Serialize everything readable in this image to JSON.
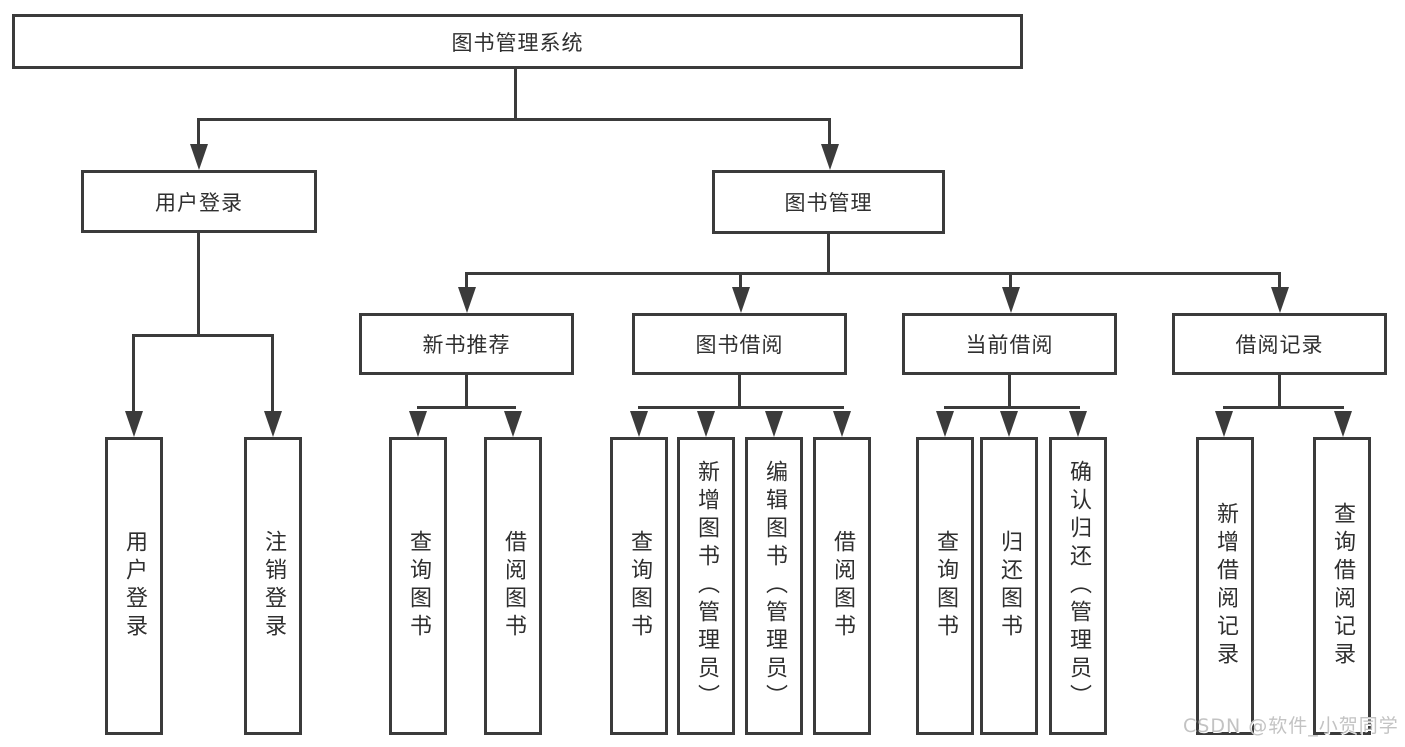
{
  "diagram": {
    "root": "图书管理系统",
    "level2": [
      "用户登录",
      "图书管理"
    ],
    "level3": [
      "新书推荐",
      "图书借阅",
      "当前借阅",
      "借阅记录"
    ],
    "leaves_user_login": [
      "用户登录",
      "注销登录"
    ],
    "leaves_new_book": [
      "查询图书",
      "借阅图书"
    ],
    "leaves_book_borrow": [
      "查询图书",
      "新增图书（管理员）",
      "编辑图书（管理员）",
      "借阅图书"
    ],
    "leaves_current_borrow": [
      "查询图书",
      "归还图书",
      "确认归还（管理员）"
    ],
    "leaves_borrow_record": [
      "新增借阅记录",
      "查询借阅记录"
    ],
    "watermark": "CSDN @软件_小贺同学",
    "colors": {
      "line": "#3b3b3b",
      "text": "#2f2f2f",
      "watermark": "#c3c3c3",
      "background": "#ffffff"
    }
  }
}
